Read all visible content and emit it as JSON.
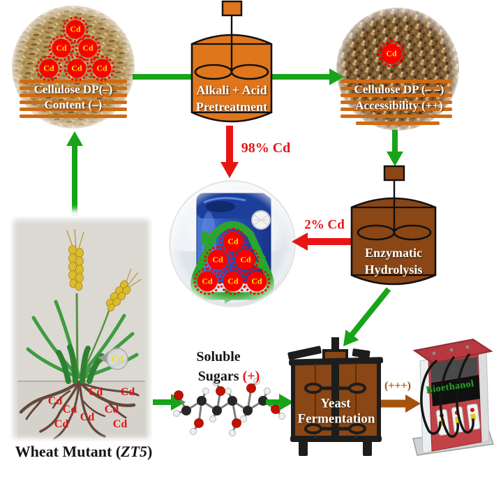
{
  "figure": {
    "cd_label": "Cd",
    "straw_circle": {
      "line1": "Cellulose DP(–)",
      "line2": "Content (–)"
    },
    "pretreatment_vessel": {
      "line1": "Alkali + Acid",
      "line2": "Pretreatment"
    },
    "treated_circle": {
      "line1": "Cellulose DP (– –)",
      "line2": "Accessibility (++)"
    },
    "cd_removed": "98% Cd",
    "cd_residual": "2% Cd",
    "hydrolysis_vessel": {
      "line1": "Enzymatic",
      "line2": "Hydrolysis"
    },
    "wheat": {
      "caption_pre": "Wheat Mutant (",
      "caption_mutant": "ZT5",
      "caption_post": ")"
    },
    "sugars": {
      "line1": "Soluble",
      "line2": "Sugars",
      "plus": "(+)"
    },
    "fermenter": {
      "line1": "Yeast",
      "line2": "Fermentation"
    },
    "yield_label": "(+++)",
    "pump_label": "Bioethanol"
  },
  "colors": {
    "green_arrow": "#18a418",
    "red_arrow": "#e81414",
    "brown_arrow": "#a5520e",
    "cd_badge_bg": "#fb0000",
    "cd_badge_text": "#ffe100",
    "pretreatment_vessel": "#e0761c",
    "hydrolysis_vessel": "#8a4614",
    "fermenter_body": "#8a4614",
    "stripe_orange": "#cf6b15",
    "pump_body": "#c24248",
    "bioethanol_text": "#2f9e2f",
    "recycle_green": "#2da42d",
    "can_blue": "#2450b4"
  }
}
